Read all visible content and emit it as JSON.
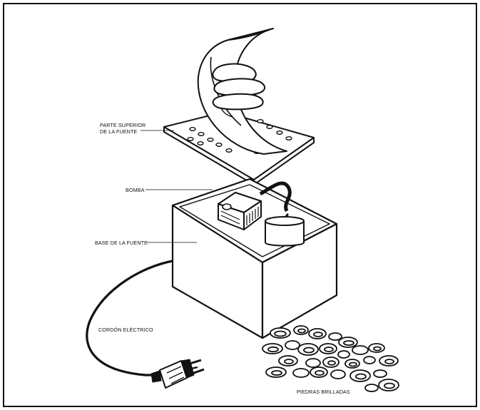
{
  "diagram": {
    "labels": {
      "top_line1": "PARTE SUPERIOR",
      "top_line2": "DE LA FUENTE",
      "pump": "BOMBA",
      "base": "BASE DE LA FUENTE",
      "cord": "CORDÓN ELÉCTRICO",
      "stones": "PIEDRAS BRILLADAS"
    },
    "components": [
      "fountain-top",
      "pump",
      "fountain-base",
      "power-cord",
      "plug",
      "polished-stones"
    ]
  }
}
